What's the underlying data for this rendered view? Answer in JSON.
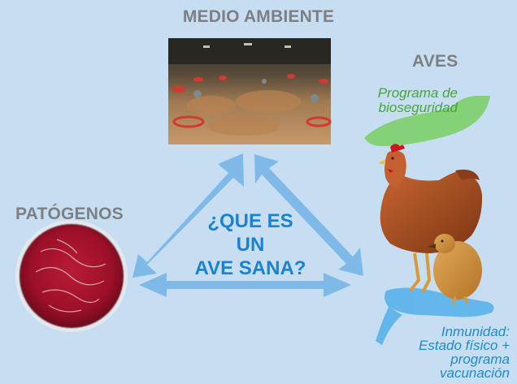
{
  "labels": {
    "medio_ambiente": "MEDIO AMBIENTE",
    "aves": "AVES",
    "patogenos": "PATÓGENOS"
  },
  "center": {
    "line1": "¿QUE ES",
    "line2": "UN",
    "line3": "AVE SANA?"
  },
  "bioseguridad": {
    "line1": "Programa de",
    "line2": "bioseguridad"
  },
  "inmunidad": {
    "line1": "Inmunidad:",
    "line2": "Estado físico +",
    "line3": "programa",
    "line4": "vacunación"
  },
  "colors": {
    "background": "#c7def2",
    "arrow": "#7fb9e8",
    "title_grey": "#7c7f83",
    "center_text": "#1a82cf",
    "green_hand": "#7ccf69",
    "blue_hand": "#59b2ea"
  },
  "icons": [
    "poultry-house-photo",
    "hen-and-chick",
    "petri-dish",
    "green-hand-icon",
    "blue-hand-icon"
  ]
}
